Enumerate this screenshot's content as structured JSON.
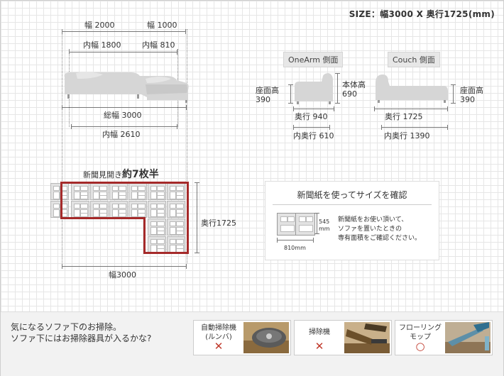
{
  "size_title": "SIZE：幅3000 X 奥行1725(mm)",
  "top_dims": {
    "width_left": "幅 2000",
    "width_right": "幅 1000",
    "inner_left": "内幅 1800",
    "inner_right": "内幅 810",
    "total_width": "総幅 3000",
    "inner_width": "内幅 2610"
  },
  "side_views": {
    "onearm_header": "OneArm 側面",
    "couch_header": "Couch 側面",
    "onearm_seat_height": "座面高\n390",
    "onearm_body_height": "本体高\n690",
    "onearm_depth": "奥行 940",
    "onearm_inner_depth": "内奥行 610",
    "couch_seat_height": "座面高\n390",
    "couch_depth": "奥行 1725",
    "couch_inner_depth": "内奥行 1390"
  },
  "newspaper": {
    "heading_prefix": "新聞見開き",
    "heading_emph": "約7枚半",
    "depth_label": "奥行1725",
    "width_label": "幅3000"
  },
  "news_box": {
    "title": "新聞紙を使ってサイズを確認",
    "height_label": "545\nmm",
    "width_label": "810mm",
    "description": "新聞紙をお使い頂いて、\nソファを置いたときの\n専有面積をご確認ください。"
  },
  "bottom": {
    "text_line1": "気になるソファ下のお掃除。",
    "text_line2": "ソファ下にはお掃除器具が入るかな?",
    "cards": [
      {
        "label": "自動掃除機\n(ルンバ)",
        "mark": "✕",
        "mark_color": "#c0392b",
        "icon": "robot-vacuum-photo"
      },
      {
        "label": "掃除機",
        "mark": "✕",
        "mark_color": "#c0392b",
        "icon": "vacuum-nozzle-photo"
      },
      {
        "label": "フローリング\nモップ",
        "mark": "○",
        "mark_color": "#c0392b",
        "icon": "floor-mop-photo"
      }
    ]
  },
  "colors": {
    "outline_red": "#a52a2a",
    "sofa_gray": "#d6d6d6",
    "grid": "#e6e6e6"
  }
}
